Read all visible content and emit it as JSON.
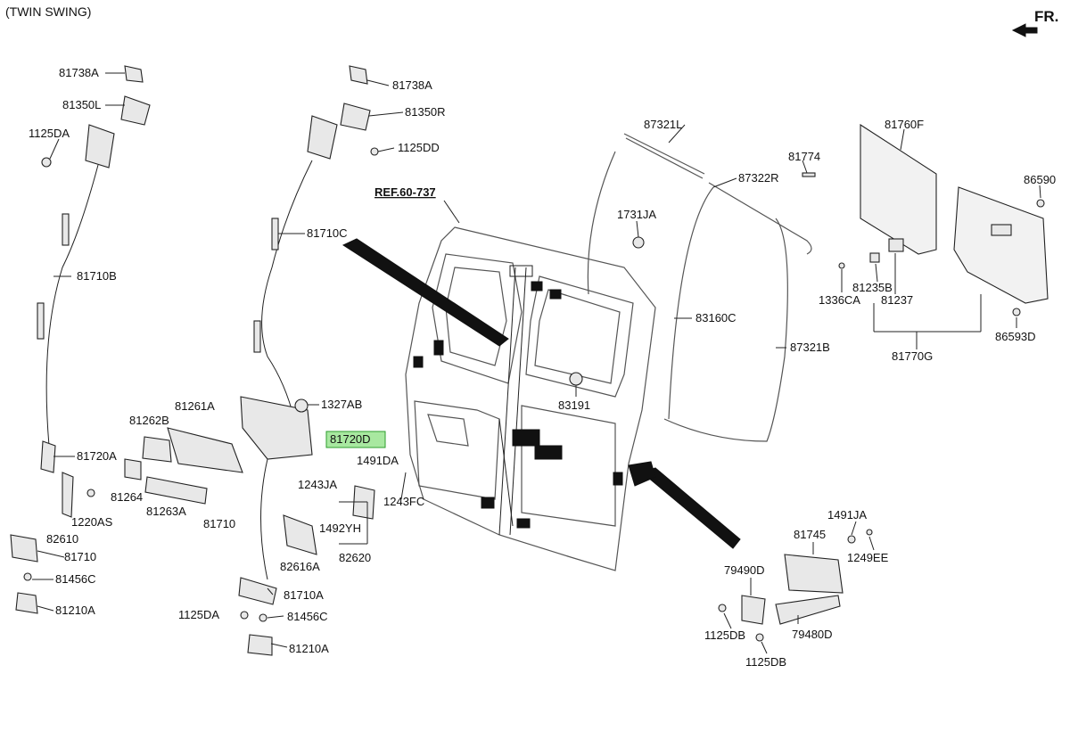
{
  "header": {
    "variant_label": "(TWIN SWING)",
    "direction_label": "FR.",
    "reference_label": "REF.60-737"
  },
  "highlight_color": "#a8e8a0",
  "labels": {
    "p81738A_left": "81738A",
    "p81350L": "81350L",
    "p1125DA_top": "1125DA",
    "p81710B": "81710B",
    "p81720A": "81720A",
    "p1220AS": "1220AS",
    "p82610": "82610",
    "p81710_left": "81710",
    "p81456C_left": "81456C",
    "p81210A_left": "81210A",
    "p81738A_right": "81738A",
    "p81350R": "81350R",
    "p1125DD": "1125DD",
    "p81710C": "81710C",
    "p1327AB": "1327AB",
    "p81261A": "81261A",
    "p81262B": "81262B",
    "p81264": "81264",
    "p81263A": "81263A",
    "p81710_mid": "81710",
    "p81720D": "81720D",
    "p1491DA_mid": "1491DA",
    "p1243JA": "1243JA",
    "p1243FC": "1243FC",
    "p1492YH": "1492YH",
    "p82616A": "82616A",
    "p82620": "82620",
    "p81710A": "81710A",
    "p1125DA_bottom": "1125DA",
    "p81456C_bottom": "81456C",
    "p81210A_bottom": "81210A",
    "p87321L": "87321L",
    "p87322R": "87322R",
    "p81774": "81774",
    "p1731JA": "1731JA",
    "p83160C": "83160C",
    "p87321B": "87321B",
    "p83191": "83191",
    "p81760F": "81760F",
    "p86590": "86590",
    "p81235B": "81235B",
    "p1336CA": "1336CA",
    "p81237": "81237",
    "p86593D": "86593D",
    "p81770G": "81770G",
    "p1491JA": "1491JA",
    "p81745": "81745",
    "p1249EE": "1249EE",
    "p79490D": "79490D",
    "p79480D": "79480D",
    "p1125DB_top": "1125DB",
    "p1125DB_bottom": "1125DB"
  },
  "icons": {
    "direction_arrow": "arrow-left-icon"
  }
}
